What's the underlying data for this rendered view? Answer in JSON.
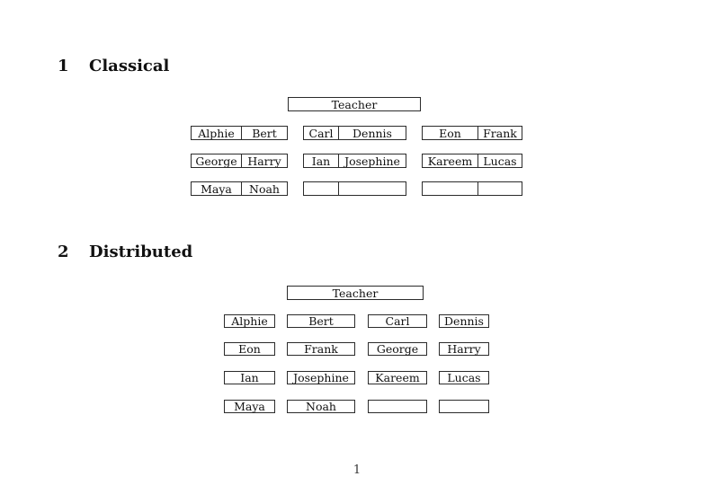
{
  "document": {
    "page_number": "1"
  },
  "colors": {
    "background": "#ffffff",
    "border": "#2b2b2b",
    "text": "#111111"
  },
  "sections": {
    "classical": {
      "number": "1",
      "title": "Classical",
      "teacher_label": "Teacher",
      "desk_rows": [
        [
          [
            "Alphie",
            "Bert"
          ],
          [
            "Carl",
            "Dennis"
          ],
          [
            "Eon",
            "Frank"
          ]
        ],
        [
          [
            "George",
            "Harry"
          ],
          [
            "Ian",
            "Josephine"
          ],
          [
            "Kareem",
            "Lucas"
          ]
        ],
        [
          [
            "Maya",
            "Noah"
          ],
          [
            "",
            ""
          ],
          [
            "",
            ""
          ]
        ]
      ]
    },
    "distributed": {
      "number": "2",
      "title": "Distributed",
      "teacher_label": "Teacher",
      "seat_rows": [
        [
          "Alphie",
          "Bert",
          "Carl",
          "Dennis"
        ],
        [
          "Eon",
          "Frank",
          "George",
          "Harry"
        ],
        [
          "Ian",
          "Josephine",
          "Kareem",
          "Lucas"
        ],
        [
          "Maya",
          "Noah",
          "",
          ""
        ]
      ]
    }
  }
}
